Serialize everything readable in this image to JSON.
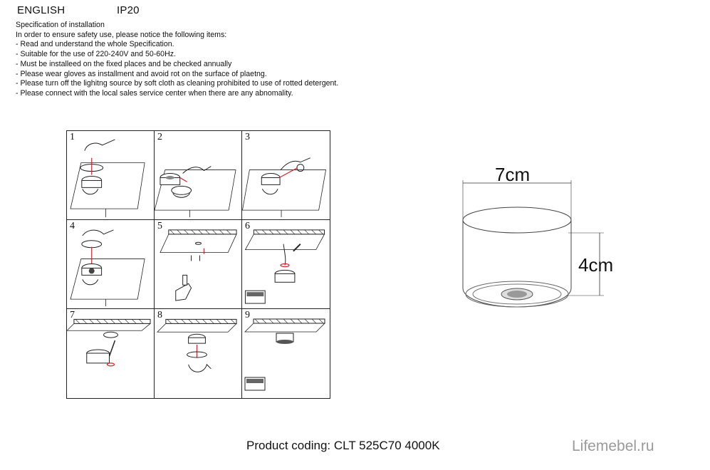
{
  "header": {
    "language": "ENGLISH",
    "rating": "IP20"
  },
  "specification": {
    "lines": [
      "Specification of installation",
      "In order to ensure safety use, please notice the following items:",
      "- Read and understand the whole Specification.",
      "- Suitable for the use of 220-240V and 50-60Hz.",
      "- Must be installeed on the fixed places and be checked annually",
      "- Please wear gloves as installment and avoid rot on the surface of plaetng.",
      "- Please turn off the lighitng source by soft cloth as cleaning prohibited to use of rotted detergent.",
      "- Please connect with the local sales service center when there are any abnomality."
    ]
  },
  "steps": [
    "1",
    "2",
    "3",
    "4",
    "5",
    "6",
    "7",
    "8",
    "9"
  ],
  "dimensions": {
    "width_label": "7cm",
    "height_label": "4cm"
  },
  "product": {
    "coding": "Product coding: CLT 525C70 4000K"
  },
  "watermark": "Lifemebel.ru",
  "colors": {
    "accent_arrow": "#d9232e",
    "line": "#222222",
    "watermark": "#9a9a9a"
  }
}
